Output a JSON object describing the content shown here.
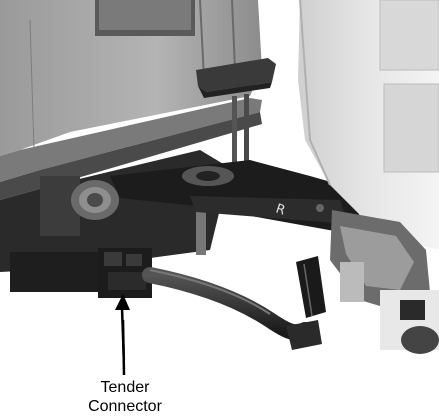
{
  "annotation": {
    "line1": "Tender",
    "line2": "Connector"
  },
  "photo": {
    "subject": "locomotive-tender-connector-photo",
    "colors": {
      "background": "#ffffff",
      "shadow": "#1e1e1e",
      "metal": "#6e6e6e",
      "light": "#dcdcdc",
      "label": "#000000"
    }
  }
}
